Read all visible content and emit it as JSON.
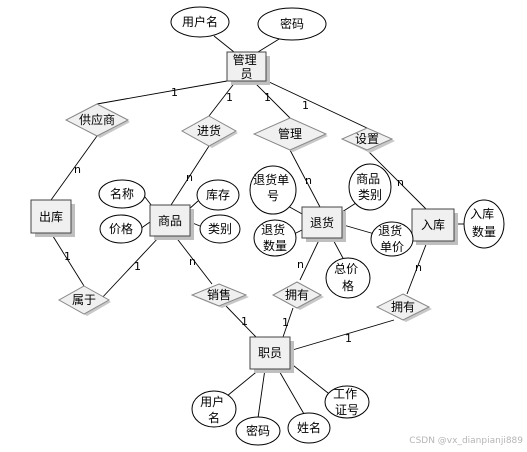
{
  "entities": {
    "admin": {
      "lines": [
        "管理",
        "员"
      ]
    },
    "store": {
      "lines": [
        "出库"
      ]
    },
    "goods": {
      "lines": [
        "商品"
      ]
    },
    "ret": {
      "lines": [
        "退货"
      ]
    },
    "inbound": {
      "lines": [
        "入库"
      ]
    },
    "staff": {
      "lines": [
        "职员"
      ]
    }
  },
  "attributes": {
    "a_user": {
      "lines": [
        "用户名"
      ]
    },
    "a_pwd": {
      "lines": [
        "密码"
      ]
    },
    "g_name": {
      "lines": [
        "名称"
      ]
    },
    "g_price": {
      "lines": [
        "价格"
      ]
    },
    "g_stock": {
      "lines": [
        "库存"
      ]
    },
    "g_cat": {
      "lines": [
        "类别"
      ]
    },
    "r_no": {
      "lines": [
        "退货单",
        "号"
      ]
    },
    "r_qty": {
      "lines": [
        "退货",
        "数量"
      ]
    },
    "r_cat": {
      "lines": [
        "商品",
        "类别"
      ]
    },
    "r_price": {
      "lines": [
        "退货",
        "单价"
      ]
    },
    "r_total": {
      "lines": [
        "总价",
        "格"
      ]
    },
    "i_qty": {
      "lines": [
        "入库",
        "数量"
      ]
    },
    "s_user": {
      "lines": [
        "用户",
        "名"
      ]
    },
    "s_pwd": {
      "lines": [
        "密码"
      ]
    },
    "s_name": {
      "lines": [
        "姓名"
      ]
    },
    "s_id": {
      "lines": [
        "工作",
        "证号"
      ]
    }
  },
  "relationships": {
    "supply": {
      "lines": [
        "供应商"
      ]
    },
    "purchase": {
      "lines": [
        "进货"
      ]
    },
    "manage": {
      "lines": [
        "管理"
      ]
    },
    "setup": {
      "lines": [
        "设置"
      ]
    },
    "belong": {
      "lines": [
        "属于"
      ]
    },
    "sell": {
      "lines": [
        "销售"
      ]
    },
    "own1": {
      "lines": [
        "拥有"
      ]
    },
    "own2": {
      "lines": [
        "拥有"
      ]
    }
  },
  "cardinalities": {
    "admin_supply": "1",
    "admin_purchase": "1",
    "admin_manage": "1",
    "admin_setup": "1",
    "supply_store": "n",
    "purchase_goods": "n",
    "manage_ret": "n",
    "setup_inbound": "n",
    "store_belong": "1",
    "goods_belong": "1",
    "goods_sell": "n",
    "sell_staff": "1",
    "ret_own1": "n",
    "own1_staff": "1",
    "inbound_own2": "n",
    "own2_staff": "1"
  },
  "watermark": "CSDN @vx_dianpianji889"
}
